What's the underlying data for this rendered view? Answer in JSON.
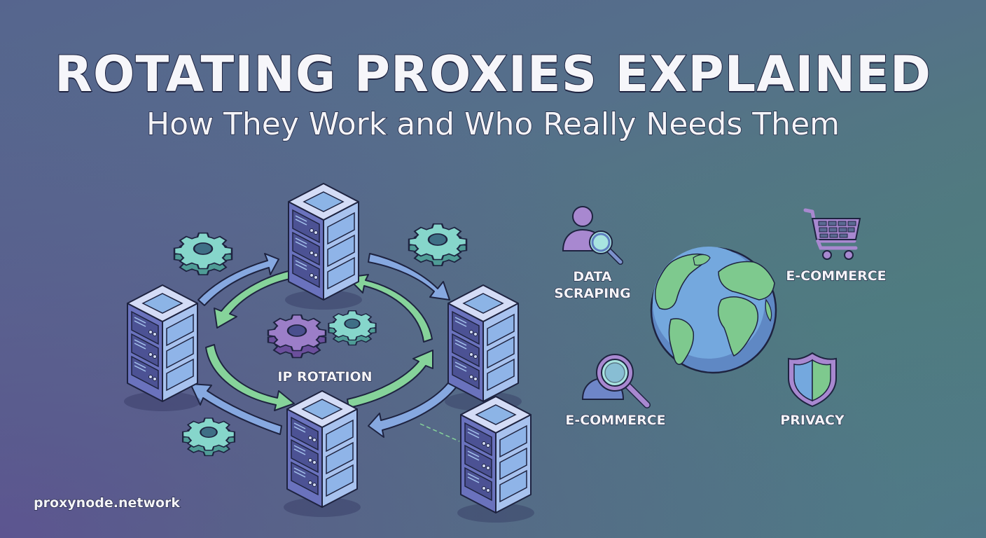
{
  "header": {
    "title": "ROTATING PROXIES EXPLAINED",
    "subtitle": "How They Work and Who Really Needs Them"
  },
  "diagram": {
    "center_label": "IP ROTATION",
    "servers": [
      "server-top",
      "server-left",
      "server-right",
      "server-bottom",
      "server-bottom-right"
    ],
    "gears": [
      "gear-top-left",
      "gear-top-right",
      "gear-center-purple",
      "gear-center-teal",
      "gear-bottom-left"
    ]
  },
  "use_cases": [
    {
      "label_line1": "DATA",
      "label_line2": "SCRAPING",
      "icon": "user-search-icon"
    },
    {
      "label": "E-COMMERCE",
      "icon": "shopping-cart-icon"
    },
    {
      "label": "E-COMMERCE",
      "icon": "user-magnifier-icon"
    },
    {
      "label": "PRIVACY",
      "icon": "shield-icon"
    }
  ],
  "center_icon": "globe-icon",
  "footer": {
    "site": "proxynode.network"
  },
  "colors": {
    "bg_top_left": "#56658e",
    "bg_top_right": "#4f8577",
    "bg_bottom_left": "#5a4e8e",
    "server_light": "#b8c6ec",
    "server_side": "#8fb0e4",
    "server_dark": "#5e66b0",
    "gear_teal": "#7ecfc4",
    "gear_purple": "#9a7cc6",
    "arrow_green": "#86d39a",
    "arrow_blue": "#86a8e0",
    "globe_ocean": "#6ea6dc",
    "globe_land": "#7ec98e",
    "outline": "#1e2340"
  }
}
